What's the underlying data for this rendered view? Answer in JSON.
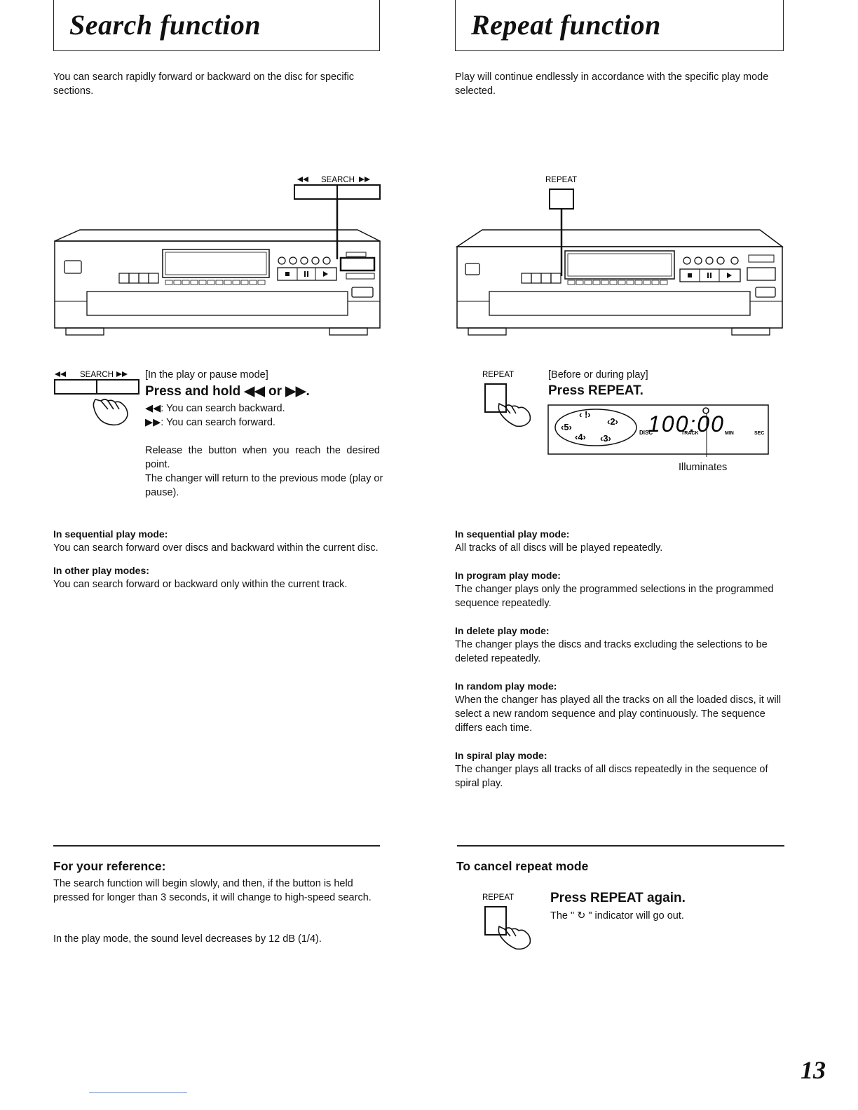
{
  "search": {
    "title": "Search function",
    "intro": "You can search rapidly forward or backward on the disc for specific sections.",
    "diagram_label": "SEARCH",
    "step_button_label": "SEARCH",
    "step_context": "[In the play or pause mode]",
    "step_action": "Press and hold ◀◀ or ▶▶.",
    "step_backward": "◀◀: You can search backward.",
    "step_forward": "▶▶: You can search forward.",
    "step_release_1": "Release the button when you reach the desired point.",
    "step_release_2": "The changer will return to the previous mode (play or pause).",
    "modes": [
      {
        "heading": "In sequential play mode:",
        "text": "You can search forward over discs and backward within the current disc."
      },
      {
        "heading": "In other play modes:",
        "text": "You can search forward or backward only within the current track."
      }
    ],
    "reference_heading": "For your reference:",
    "reference_1": "The search function will begin slowly, and then, if the button is held pressed for longer than 3 seconds, it will change to high-speed search.",
    "reference_2": "In the play mode, the sound level decreases by 12 dB (1/4)."
  },
  "repeat": {
    "title": "Repeat function",
    "intro": "Play will continue endlessly in accordance with the specific play mode selected.",
    "diagram_label": "REPEAT",
    "step_button_label": "REPEAT",
    "step_context": "[Before or during play]",
    "step_action": "Press REPEAT.",
    "display": {
      "disc_label": "DISC",
      "track_label": "TRACK",
      "min_label": "MIN",
      "sec_label": "SEC",
      "readout": "100:00"
    },
    "illuminates": "Illuminates",
    "modes": [
      {
        "heading": "In sequential play mode:",
        "text": "All tracks of all discs will be played repeatedly."
      },
      {
        "heading": "In program play mode:",
        "text": "The changer plays only the programmed selections in the programmed sequence repeatedly."
      },
      {
        "heading": "In delete play mode:",
        "text": "The changer plays the discs and tracks excluding the selections to be deleted repeatedly."
      },
      {
        "heading": "In random play mode:",
        "text": "When the changer has played all the tracks on all the loaded discs, it will select a new random sequence and play continuously. The sequence differs each time."
      },
      {
        "heading": "In spiral play mode:",
        "text": "The changer plays all tracks of all discs repeatedly in the sequence of spiral play."
      }
    ],
    "cancel_heading": "To cancel repeat mode",
    "cancel_button_label": "REPEAT",
    "cancel_action": "Press REPEAT again.",
    "cancel_note": "The \" ↻ \" indicator will go out."
  },
  "page_number": "13"
}
